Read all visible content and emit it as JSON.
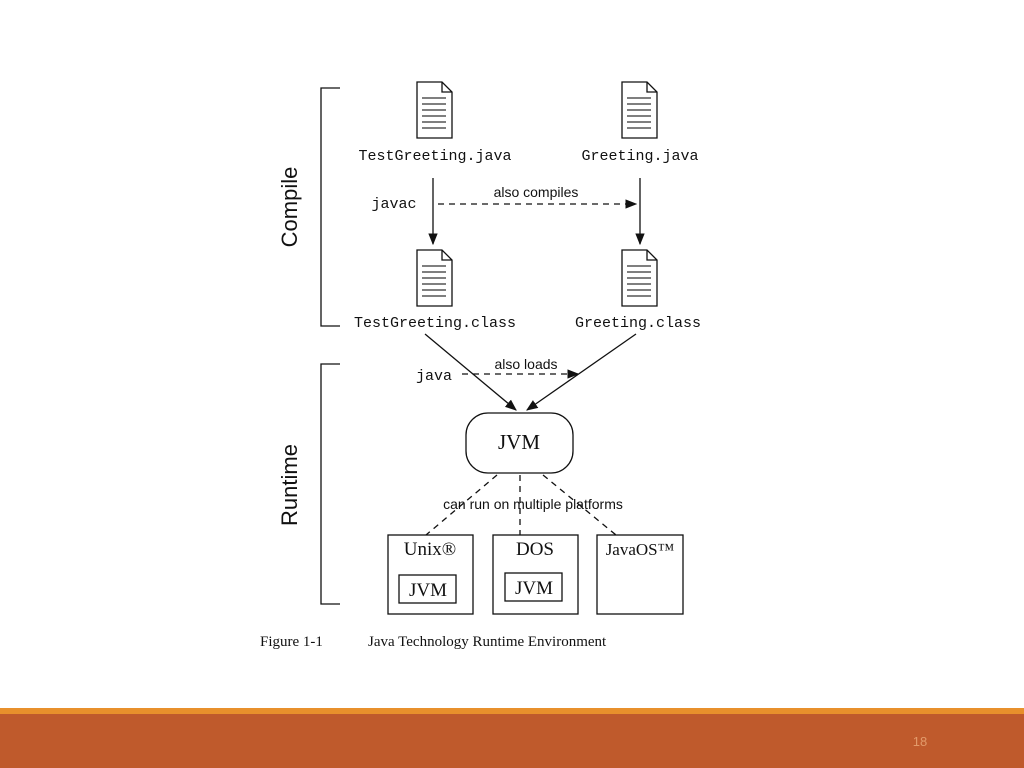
{
  "phases": {
    "compile": "Compile",
    "runtime": "Runtime"
  },
  "files": {
    "test_greeting_java": "TestGreeting.java",
    "greeting_java": "Greeting.java",
    "test_greeting_class": "TestGreeting.class",
    "greeting_class": "Greeting.class"
  },
  "labels": {
    "javac": "javac",
    "also_compiles": "also compiles",
    "java": "java",
    "also_loads": "also loads",
    "can_run": "can run on multiple platforms"
  },
  "jvm": "JVM",
  "platforms": [
    {
      "name": "Unix®",
      "jvm": "JVM"
    },
    {
      "name": "DOS",
      "jvm": "JVM"
    },
    {
      "name": "JavaOS™",
      "jvm": ""
    }
  ],
  "caption": {
    "figure": "Figure 1-1",
    "title": "Java Technology Runtime Environment"
  },
  "slide_number": "18",
  "colors": {
    "footer_bar": "#bf5a2c",
    "footer_stripe": "#e8902c"
  }
}
